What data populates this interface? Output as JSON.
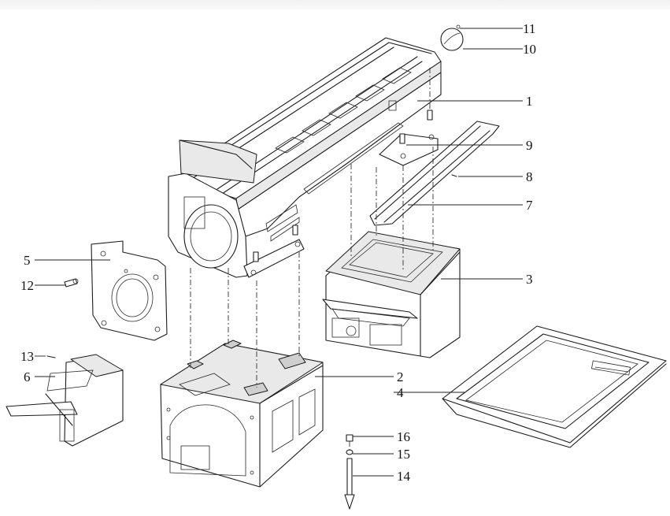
{
  "diagram": {
    "callouts": [
      {
        "id": "c1",
        "label": "1"
      },
      {
        "id": "c2",
        "label": "2"
      },
      {
        "id": "c3",
        "label": "3"
      },
      {
        "id": "c4",
        "label": "4"
      },
      {
        "id": "c5",
        "label": "5"
      },
      {
        "id": "c6",
        "label": "6"
      },
      {
        "id": "c7",
        "label": "7"
      },
      {
        "id": "c8",
        "label": "8"
      },
      {
        "id": "c9",
        "label": "9"
      },
      {
        "id": "c10",
        "label": "10"
      },
      {
        "id": "c11",
        "label": "11"
      },
      {
        "id": "c12",
        "label": "12"
      },
      {
        "id": "c13",
        "label": "13"
      },
      {
        "id": "c14",
        "label": "14"
      },
      {
        "id": "c15",
        "label": "15"
      },
      {
        "id": "c16",
        "label": "16"
      }
    ],
    "colors": {
      "line": "#1c1c1c",
      "background": "#ffffff",
      "shade": "#e9e9e9"
    }
  }
}
